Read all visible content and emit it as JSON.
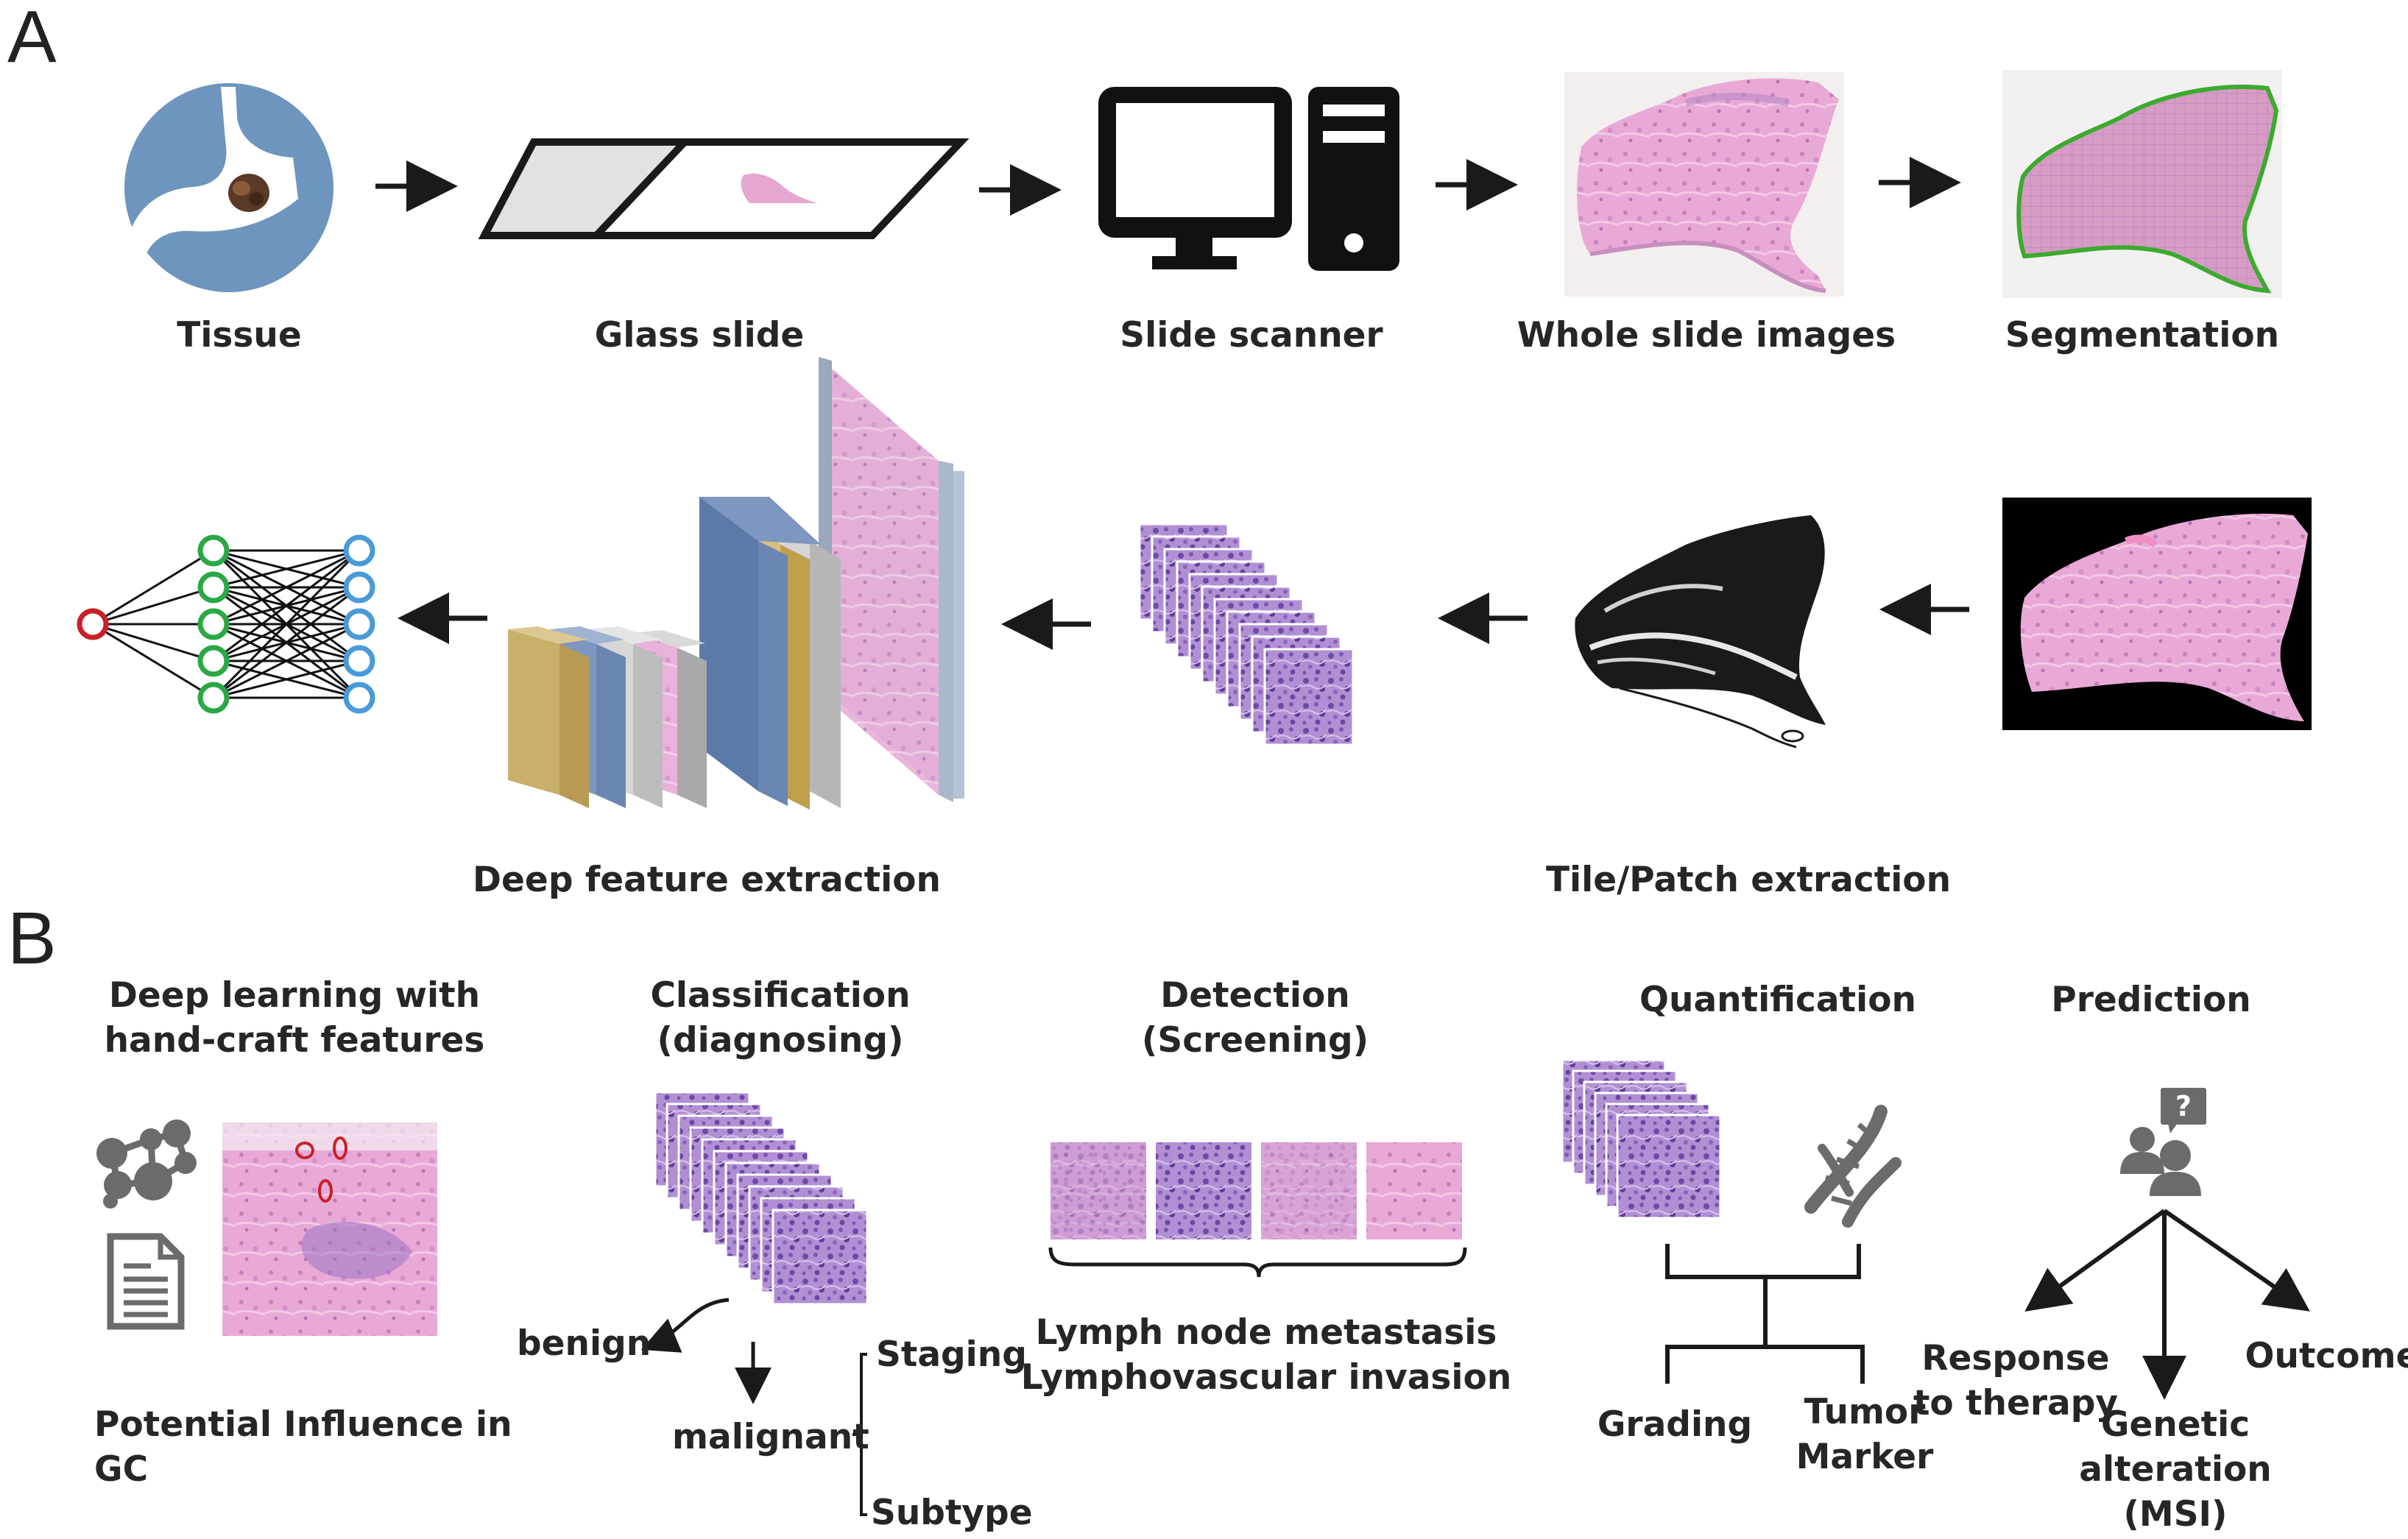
{
  "panels": {
    "a": "A",
    "b": "B"
  },
  "panel_a": {
    "tissue": "Tissue",
    "glass_slide": "Glass slide",
    "slide_scanner": "Slide scanner",
    "whole_slide_images": "Whole slide images",
    "segmentation": "Segmentation",
    "deep_feature_extraction": "Deep feature extraction",
    "tile_patch_extraction": "Tile/Patch extraction"
  },
  "panel_b": {
    "deep_learning_l1": "Deep learning with",
    "deep_learning_l2": "hand-craft features",
    "potential_l1": "Potential Influence in",
    "potential_l2": "GC",
    "classification_l1": "Classification",
    "classification_l2": "(diagnosing)",
    "benign": "benign",
    "malignant": "malignant",
    "staging": "Staging",
    "subtype": "Subtype",
    "detection_l1": "Detection",
    "detection_l2": "(Screening)",
    "lymph_node": "Lymph node metastasis",
    "lymphovascular": "Lymphovascular invasion",
    "quantification": "Quantification",
    "grading": "Grading",
    "tumor_l1": "Tumor",
    "tumor_l2": "Marker",
    "prediction": "Prediction",
    "response_l1": "Response",
    "response_l2": "to therapy",
    "genetic_l1": "Genetic",
    "genetic_l2": "alteration",
    "genetic_l3": "(MSI)",
    "outcome": "Outcome"
  },
  "icons": {
    "question_mark": "?"
  },
  "colors": {
    "stroke": "#1a1a1a",
    "he_pink": "#e3a6d2",
    "he_purple": "#9a73c6",
    "input_node": "#c8202a",
    "hidden_node": "#2aa845",
    "output_node": "#4a9ad8",
    "layer_blue": "#5b7aa8",
    "layer_gold": "#c9b06a",
    "layer_gray": "#c2c2c2",
    "scanner": "#111111",
    "icon_gray": "#6b6b6b"
  }
}
